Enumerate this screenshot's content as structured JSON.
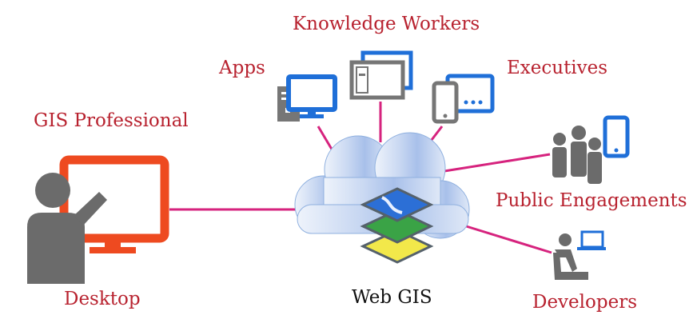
{
  "colors": {
    "label_red": "#b8222f",
    "label_dark": "#111111",
    "connector": "#d6237e",
    "device_blue": "#1f6fd8",
    "device_gray": "#767676",
    "person_gray": "#6b6b6b",
    "desktop_orange": "#ee4a20",
    "cloud_blue": "#b8cdee"
  },
  "labels": {
    "knowledge_workers": "Knowledge Workers",
    "apps": "Apps",
    "executives": "Executives",
    "gis_professional": "GIS Professional",
    "public_engagements": "Public Engagements",
    "desktop": "Desktop",
    "web_gis": "Web GIS",
    "developers": "Developers"
  },
  "icons": {
    "desktop": "person-at-desktop-monitor-icon",
    "apps": "server-and-monitor-icon",
    "knowledge_workers": "tablet-windows-icon",
    "executives": "phone-and-tablet-icon",
    "public_engagements": "group-with-phone-icon",
    "developers": "person-at-laptop-icon",
    "web_gis": "cloud-with-map-layers-icon"
  }
}
